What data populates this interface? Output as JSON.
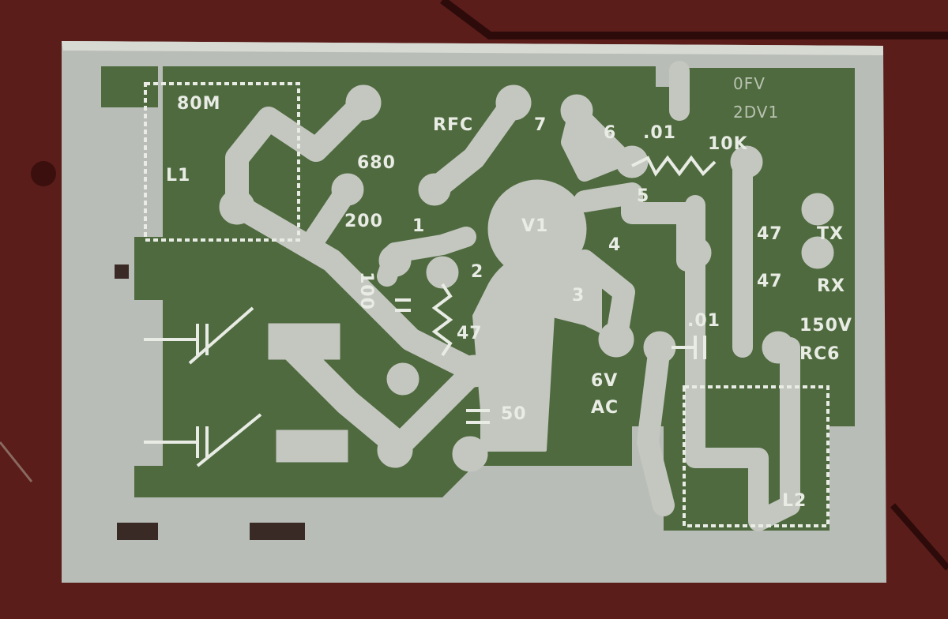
{
  "photo": {
    "subject": "etched-pcb",
    "colors": {
      "wood": "#5a1d1a",
      "wood_dark": "#3a0f0d",
      "metal": "#b9bdb7",
      "metal_light": "#d7dad3",
      "board_green": "#4f6a3f",
      "silkscreen": "#e8ece4"
    }
  },
  "labels": {
    "band": "80M",
    "coil1": "L1",
    "choke": "RFC",
    "cap_680": "680",
    "cap_200": "200",
    "pin7": "7",
    "cap_6": "6",
    "cap_01a": ".01",
    "tube_model_a": "0FV",
    "tube_model_b": "2DV1",
    "res_10k": "10K",
    "pin1": "1",
    "tube": "V1",
    "pin5": "5",
    "cap_47tx": "47",
    "tx": "TX",
    "pin4": "4",
    "cap_47rx": "47",
    "rx": "RX",
    "pin2": "2",
    "res_100": "100",
    "pin3": "3",
    "res_47": "47",
    "cap_01b": ".01",
    "voltage": "150V",
    "regulator": "RC6",
    "heater_a": "6V",
    "heater_b": "AC",
    "cap_50": "50",
    "coil2": "L2"
  }
}
